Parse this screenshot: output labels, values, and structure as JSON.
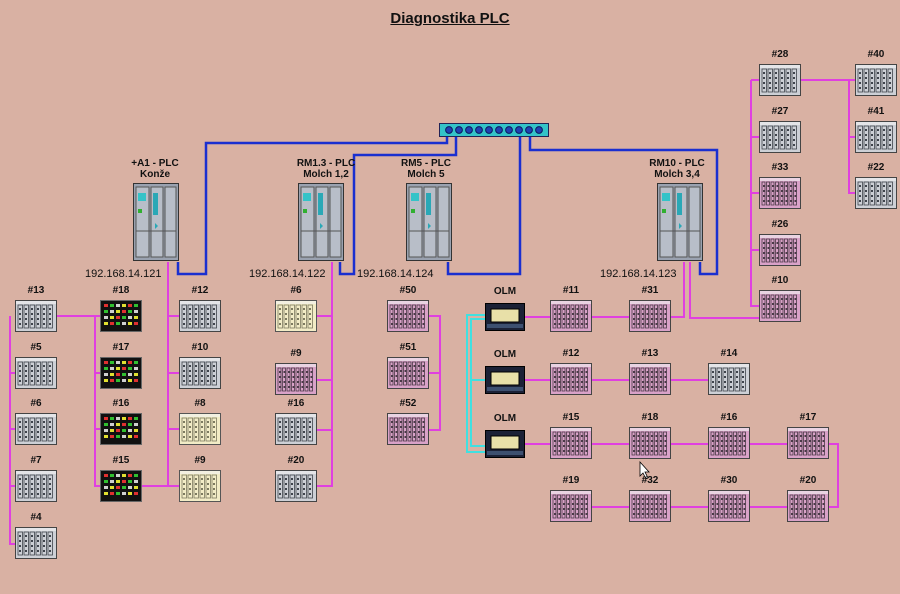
{
  "title": "Diagnostika PLC",
  "colors": {
    "background": "#d9b1a3",
    "profibus": "#e040e0",
    "ethernet": "#1a2fd0",
    "optical": "#40e0e0"
  },
  "cpus": [
    {
      "id": "a1",
      "line1": "+A1 - PLC",
      "line2": "Konže",
      "ip": "192.168.14.121"
    },
    {
      "id": "rm13",
      "line1": "RM1.3 - PLC",
      "line2": "Molch 1,2",
      "ip": "192.168.14.122"
    },
    {
      "id": "rm5",
      "line1": "RM5 - PLC",
      "line2": "Molch 5",
      "ip": "192.168.14.124"
    },
    {
      "id": "rm10",
      "line1": "RM10 - PLC",
      "line2": "Molch 3,4",
      "ip": "192.168.14.123"
    }
  ],
  "olm_label": "OLM",
  "nodes": [
    {
      "id": "n13",
      "label": "#13",
      "type": "et200"
    },
    {
      "id": "n5",
      "label": "#5",
      "type": "et200"
    },
    {
      "id": "n6a",
      "label": "#6",
      "type": "et200"
    },
    {
      "id": "n7",
      "label": "#7",
      "type": "et200"
    },
    {
      "id": "n4",
      "label": "#4",
      "type": "et200"
    },
    {
      "id": "n18a",
      "label": "#18",
      "type": "panel"
    },
    {
      "id": "n17a",
      "label": "#17",
      "type": "panel"
    },
    {
      "id": "n16a",
      "label": "#16",
      "type": "panel"
    },
    {
      "id": "n15a",
      "label": "#15",
      "type": "panel"
    },
    {
      "id": "n12a",
      "label": "#12",
      "type": "et200"
    },
    {
      "id": "n10a",
      "label": "#10",
      "type": "et200"
    },
    {
      "id": "n8",
      "label": "#8",
      "type": "cream"
    },
    {
      "id": "n9a",
      "label": "#9",
      "type": "cream"
    },
    {
      "id": "n6b",
      "label": "#6",
      "type": "cream"
    },
    {
      "id": "n9b",
      "label": "#9",
      "type": "s7pink"
    },
    {
      "id": "n16b",
      "label": "#16",
      "type": "et200"
    },
    {
      "id": "n20a",
      "label": "#20",
      "type": "et200"
    },
    {
      "id": "n50",
      "label": "#50",
      "type": "s7pink"
    },
    {
      "id": "n51",
      "label": "#51",
      "type": "s7pink"
    },
    {
      "id": "n52",
      "label": "#52",
      "type": "s7pink"
    },
    {
      "id": "n11",
      "label": "#11",
      "type": "s7pink"
    },
    {
      "id": "n31",
      "label": "#31",
      "type": "s7pink"
    },
    {
      "id": "n12b",
      "label": "#12",
      "type": "s7pink"
    },
    {
      "id": "n13b",
      "label": "#13",
      "type": "s7pink"
    },
    {
      "id": "n14",
      "label": "#14",
      "type": "et200"
    },
    {
      "id": "n15b",
      "label": "#15",
      "type": "s7pink"
    },
    {
      "id": "n18b",
      "label": "#18",
      "type": "s7pink"
    },
    {
      "id": "n16c",
      "label": "#16",
      "type": "s7pink"
    },
    {
      "id": "n17b",
      "label": "#17",
      "type": "s7pink"
    },
    {
      "id": "n19",
      "label": "#19",
      "type": "s7pink"
    },
    {
      "id": "n32",
      "label": "#32",
      "type": "s7pink"
    },
    {
      "id": "n30",
      "label": "#30",
      "type": "s7pink"
    },
    {
      "id": "n20b",
      "label": "#20",
      "type": "s7pink"
    },
    {
      "id": "n28",
      "label": "#28",
      "type": "et200"
    },
    {
      "id": "n27",
      "label": "#27",
      "type": "et200"
    },
    {
      "id": "n33",
      "label": "#33",
      "type": "s7pink"
    },
    {
      "id": "n26",
      "label": "#26",
      "type": "s7pink"
    },
    {
      "id": "n10b",
      "label": "#10",
      "type": "s7pink"
    },
    {
      "id": "n40",
      "label": "#40",
      "type": "et200"
    },
    {
      "id": "n41",
      "label": "#41",
      "type": "et200"
    },
    {
      "id": "n22",
      "label": "#22",
      "type": "et200"
    }
  ]
}
